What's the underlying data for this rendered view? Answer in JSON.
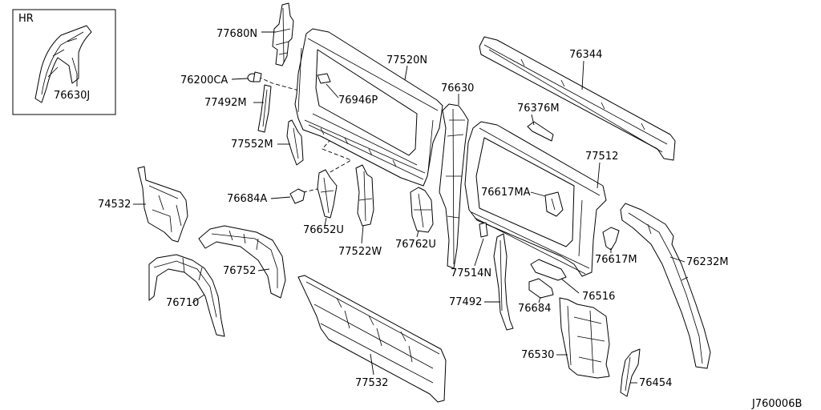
{
  "inset": {
    "label": "HR",
    "part_no": "76630J"
  },
  "part_numbers": [
    "77680N",
    "76200CA",
    "77492M",
    "76946P",
    "77520N",
    "76630",
    "76344",
    "76376M",
    "77552M",
    "77512",
    "76617MA",
    "76684A",
    "74532",
    "76652U",
    "77522W",
    "76762U",
    "76617M",
    "76232M",
    "76752",
    "77514N",
    "76710",
    "76516",
    "77492",
    "76684",
    "76530",
    "76454",
    "77532"
  ],
  "diagram_code": "J760006B"
}
